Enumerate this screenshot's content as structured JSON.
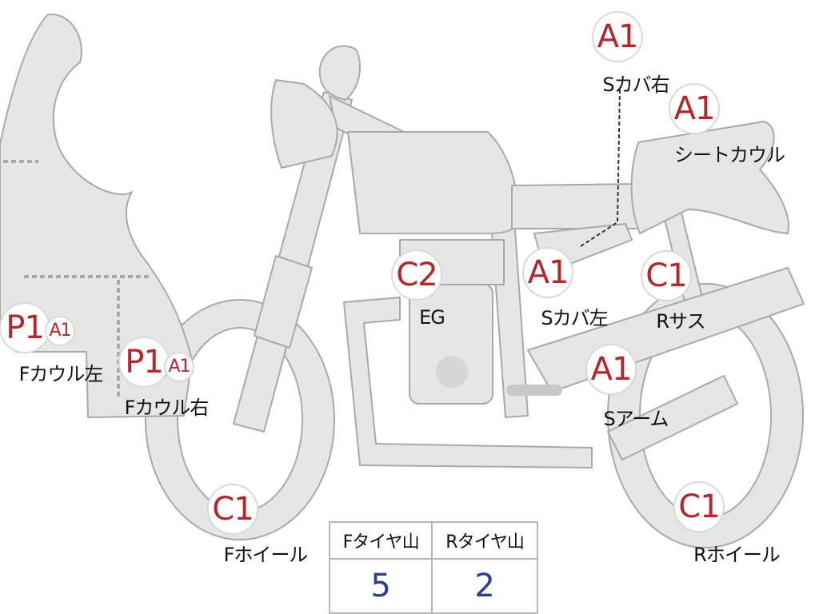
{
  "parts": [
    {
      "id": "s-cover-right",
      "code": "A1",
      "label": "Sカバ右"
    },
    {
      "id": "seat-cowl",
      "code": "A1",
      "label": "シートカウル"
    },
    {
      "id": "engine",
      "code": "C2",
      "label": "EG"
    },
    {
      "id": "s-cover-left",
      "code": "A1",
      "label": "Sカバ左"
    },
    {
      "id": "rear-suspension",
      "code": "C1",
      "label": "Rサス"
    },
    {
      "id": "swing-arm",
      "code": "A1",
      "label": "Sアーム"
    },
    {
      "id": "front-wheel",
      "code": "C1",
      "label": "Fホイール"
    },
    {
      "id": "rear-wheel",
      "code": "C1",
      "label": "Rホイール"
    },
    {
      "id": "f-cowl-left",
      "codes": [
        "P1",
        "A1"
      ],
      "label": "Fカウル左"
    },
    {
      "id": "f-cowl-right",
      "codes": [
        "P1",
        "A1"
      ],
      "label": "Fカウル右"
    }
  ],
  "tire_table": {
    "headers": [
      "Fタイヤ山",
      "Rタイヤ山"
    ],
    "values": [
      "5",
      "2"
    ]
  },
  "colors": {
    "body_fill": "#e6e6e4",
    "body_stroke": "#a9a9a9",
    "badge_text": "#b3262e",
    "value_text": "#2c3f8c"
  }
}
